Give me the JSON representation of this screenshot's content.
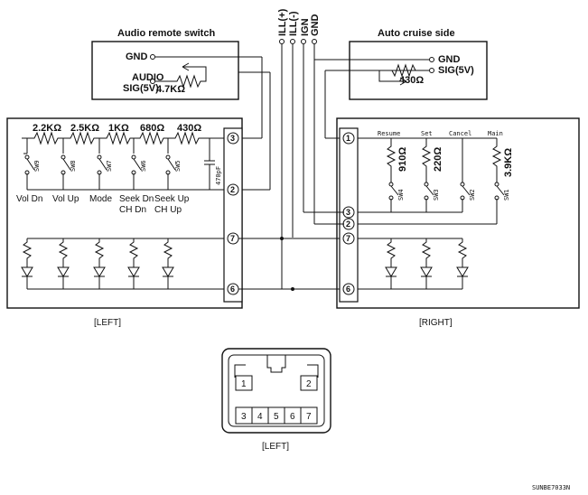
{
  "wire_labels": {
    "ill_plus": "ILL(+)",
    "ill_minus": "ILL(-)",
    "ign": "IGN",
    "gnd": "GND"
  },
  "audio_remote": {
    "title": "Audio remote switch",
    "gnd": "GND",
    "audio": "AUDIO",
    "sig": "SIG(5V)",
    "resistor": "4.7KΩ"
  },
  "auto_cruise": {
    "title": "Auto cruise side",
    "gnd": "GND",
    "sig": "SIG(5V)",
    "resistor": "430Ω"
  },
  "left": {
    "label": "[LEFT]",
    "resistors": [
      "2.2KΩ",
      "2.5KΩ",
      "1KΩ",
      "680Ω",
      "430Ω"
    ],
    "switch_ids": [
      "SW9",
      "SW8",
      "SW7",
      "SW6",
      "SW5"
    ],
    "switch_labels": [
      "Vol Dn",
      "Vol Up",
      "Mode",
      "Seek Dn",
      "Seek Up"
    ],
    "switch_labels2": [
      "",
      "",
      "",
      "CH Dn",
      "CH Up"
    ],
    "capacitor": "470pF",
    "pins": [
      "3",
      "2",
      "7",
      "6"
    ]
  },
  "right": {
    "label": "[RIGHT]",
    "switch_names": [
      "Resume",
      "Set",
      "Cancel",
      "Main"
    ],
    "resistors": [
      "910Ω",
      "220Ω",
      "3.9KΩ"
    ],
    "switch_ids": [
      "SW4",
      "SW3",
      "SW2",
      "SW1"
    ],
    "pins": [
      "1",
      "3",
      "2",
      "7",
      "6"
    ]
  },
  "connector": {
    "label": "[LEFT]",
    "top_pins": [
      "1",
      "2"
    ],
    "bottom_pins": [
      "3",
      "4",
      "5",
      "6",
      "7"
    ]
  },
  "figure_code": "SUNBE7033N"
}
